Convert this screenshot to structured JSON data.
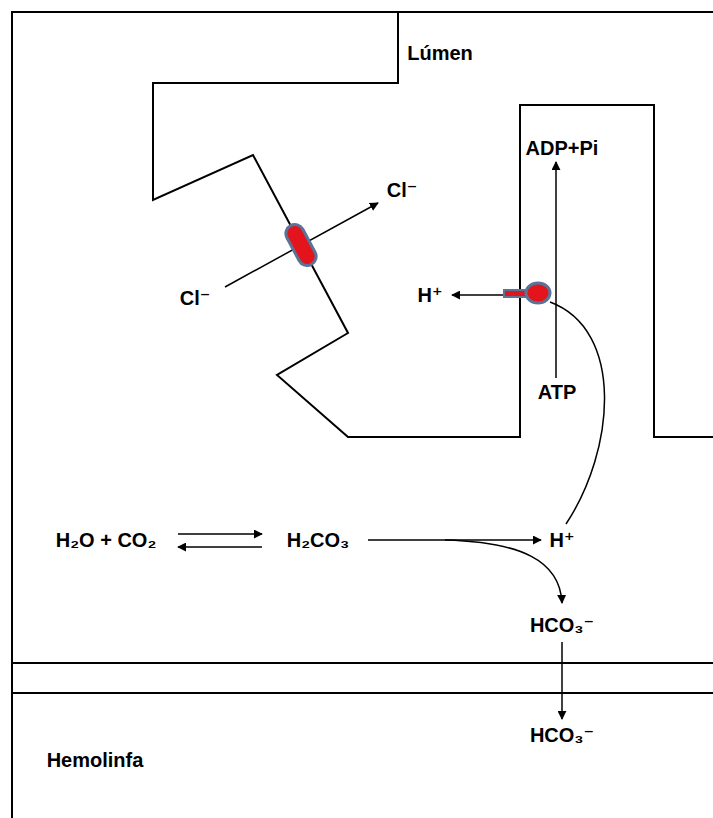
{
  "diagram": {
    "labels": [
      "Lúmen",
      "ADP+Pi",
      "Cl⁻",
      "Cl⁻",
      "H⁺",
      "ATP",
      "H₂O + CO₂",
      "H₂CO₃",
      "H⁺",
      "HCO₃⁻",
      "HCO₃⁻",
      "Hemolinfa"
    ]
  }
}
